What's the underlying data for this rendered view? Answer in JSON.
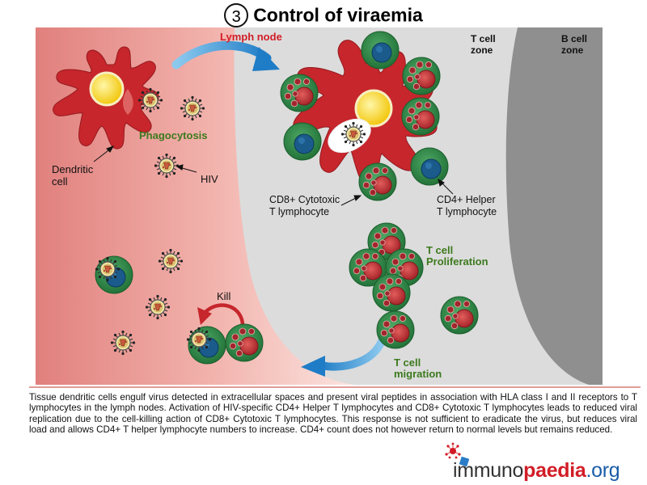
{
  "title": {
    "number": "3",
    "text": "Control of viraemia"
  },
  "labels": {
    "lymph_node": "Lymph node",
    "t_cell_zone_1": "T cell",
    "t_cell_zone_2": "zone",
    "b_cell_zone_1": "B cell",
    "b_cell_zone_2": "zone",
    "phagocytosis": "Phagocytosis",
    "dendritic_1": "Dendritic",
    "dendritic_2": "cell",
    "hiv": "HIV",
    "cd8_1": "CD8+ Cytotoxic",
    "cd8_2": "T lymphocyte",
    "cd4_1": "CD4+ Helper",
    "cd4_2": "T lymphocyte",
    "proliferation_1": "T cell",
    "proliferation_2": "Proliferation",
    "kill": "Kill",
    "migration_1": "T cell",
    "migration_2": "migration"
  },
  "caption": "Tissue dendritic cells engulf virus detected in extracellular spaces and present viral peptides in association with HLA class I and II receptors to T lymphocytes in the lymph nodes. Activation of HIV-specific CD4+ Helper T lymphocytes and CD8+ Cytotoxic T lymphocytes leads to reduced viral replication due to the cell-killing action of CD8+ Cytotoxic T lymphocytes. This response is not sufficient to eradicate the virus, but reduces viral load and allows CD4+ T helper lymphocyte numbers to increase. CD4+ count does not however return to normal levels but remains reduced.",
  "logo": {
    "part1": "immuno",
    "part2": "paedia",
    "part3": ".org"
  },
  "colors": {
    "tissue": "#e58a86",
    "lymph_node": "#dcdcdc",
    "b_zone": "#8e8e8e",
    "dendritic": "#c6262c",
    "nucleus": "#f5d20f",
    "tcell": "#2f8c45",
    "cd4_nucleus": "#1a5b8c",
    "cd8_granule": "#b43235",
    "arrow": "#2d8ed0"
  }
}
